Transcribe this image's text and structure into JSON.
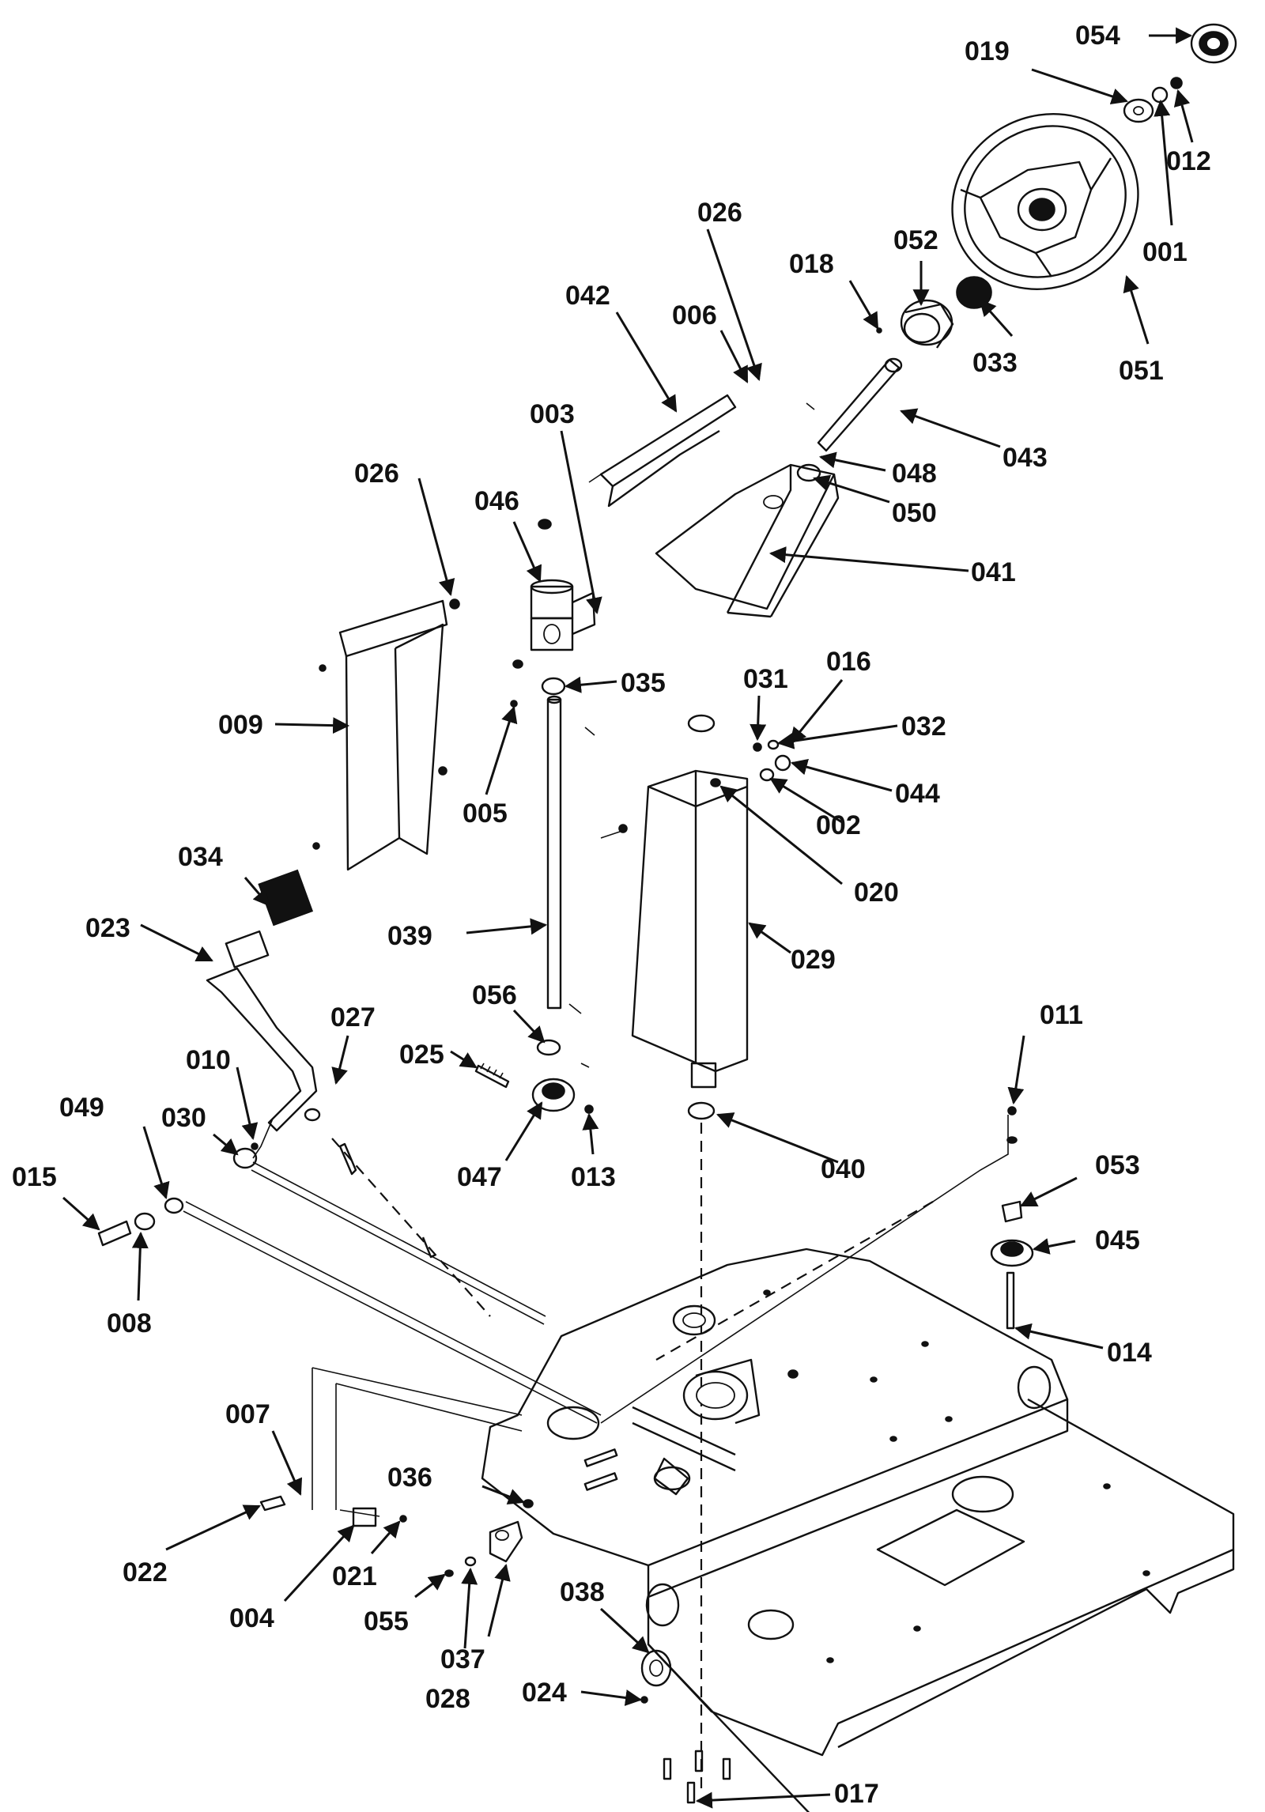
{
  "labels": {
    "p001": "001",
    "p002": "002",
    "p003": "003",
    "p004": "004",
    "p005": "005",
    "p006": "006",
    "p007": "007",
    "p008": "008",
    "p009": "009",
    "p010": "010",
    "p011": "011",
    "p012": "012",
    "p013": "013",
    "p014": "014",
    "p015": "015",
    "p016": "016",
    "p017": "017",
    "p018": "018",
    "p019": "019",
    "p020": "020",
    "p021": "021",
    "p022": "022",
    "p023": "023",
    "p024": "024",
    "p025": "025",
    "p026a": "026",
    "p026b": "026",
    "p027": "027",
    "p028": "028",
    "p029": "029",
    "p030": "030",
    "p031": "031",
    "p032": "032",
    "p033": "033",
    "p034": "034",
    "p035": "035",
    "p036": "036",
    "p037": "037",
    "p038": "038",
    "p039": "039",
    "p040": "040",
    "p041": "041",
    "p042": "042",
    "p043": "043",
    "p044": "044",
    "p045": "045",
    "p046": "046",
    "p047": "047",
    "p048": "048",
    "p049": "049",
    "p050": "050",
    "p051": "051",
    "p052": "052",
    "p053": "053",
    "p054": "054",
    "p055": "055",
    "p056": "056"
  }
}
